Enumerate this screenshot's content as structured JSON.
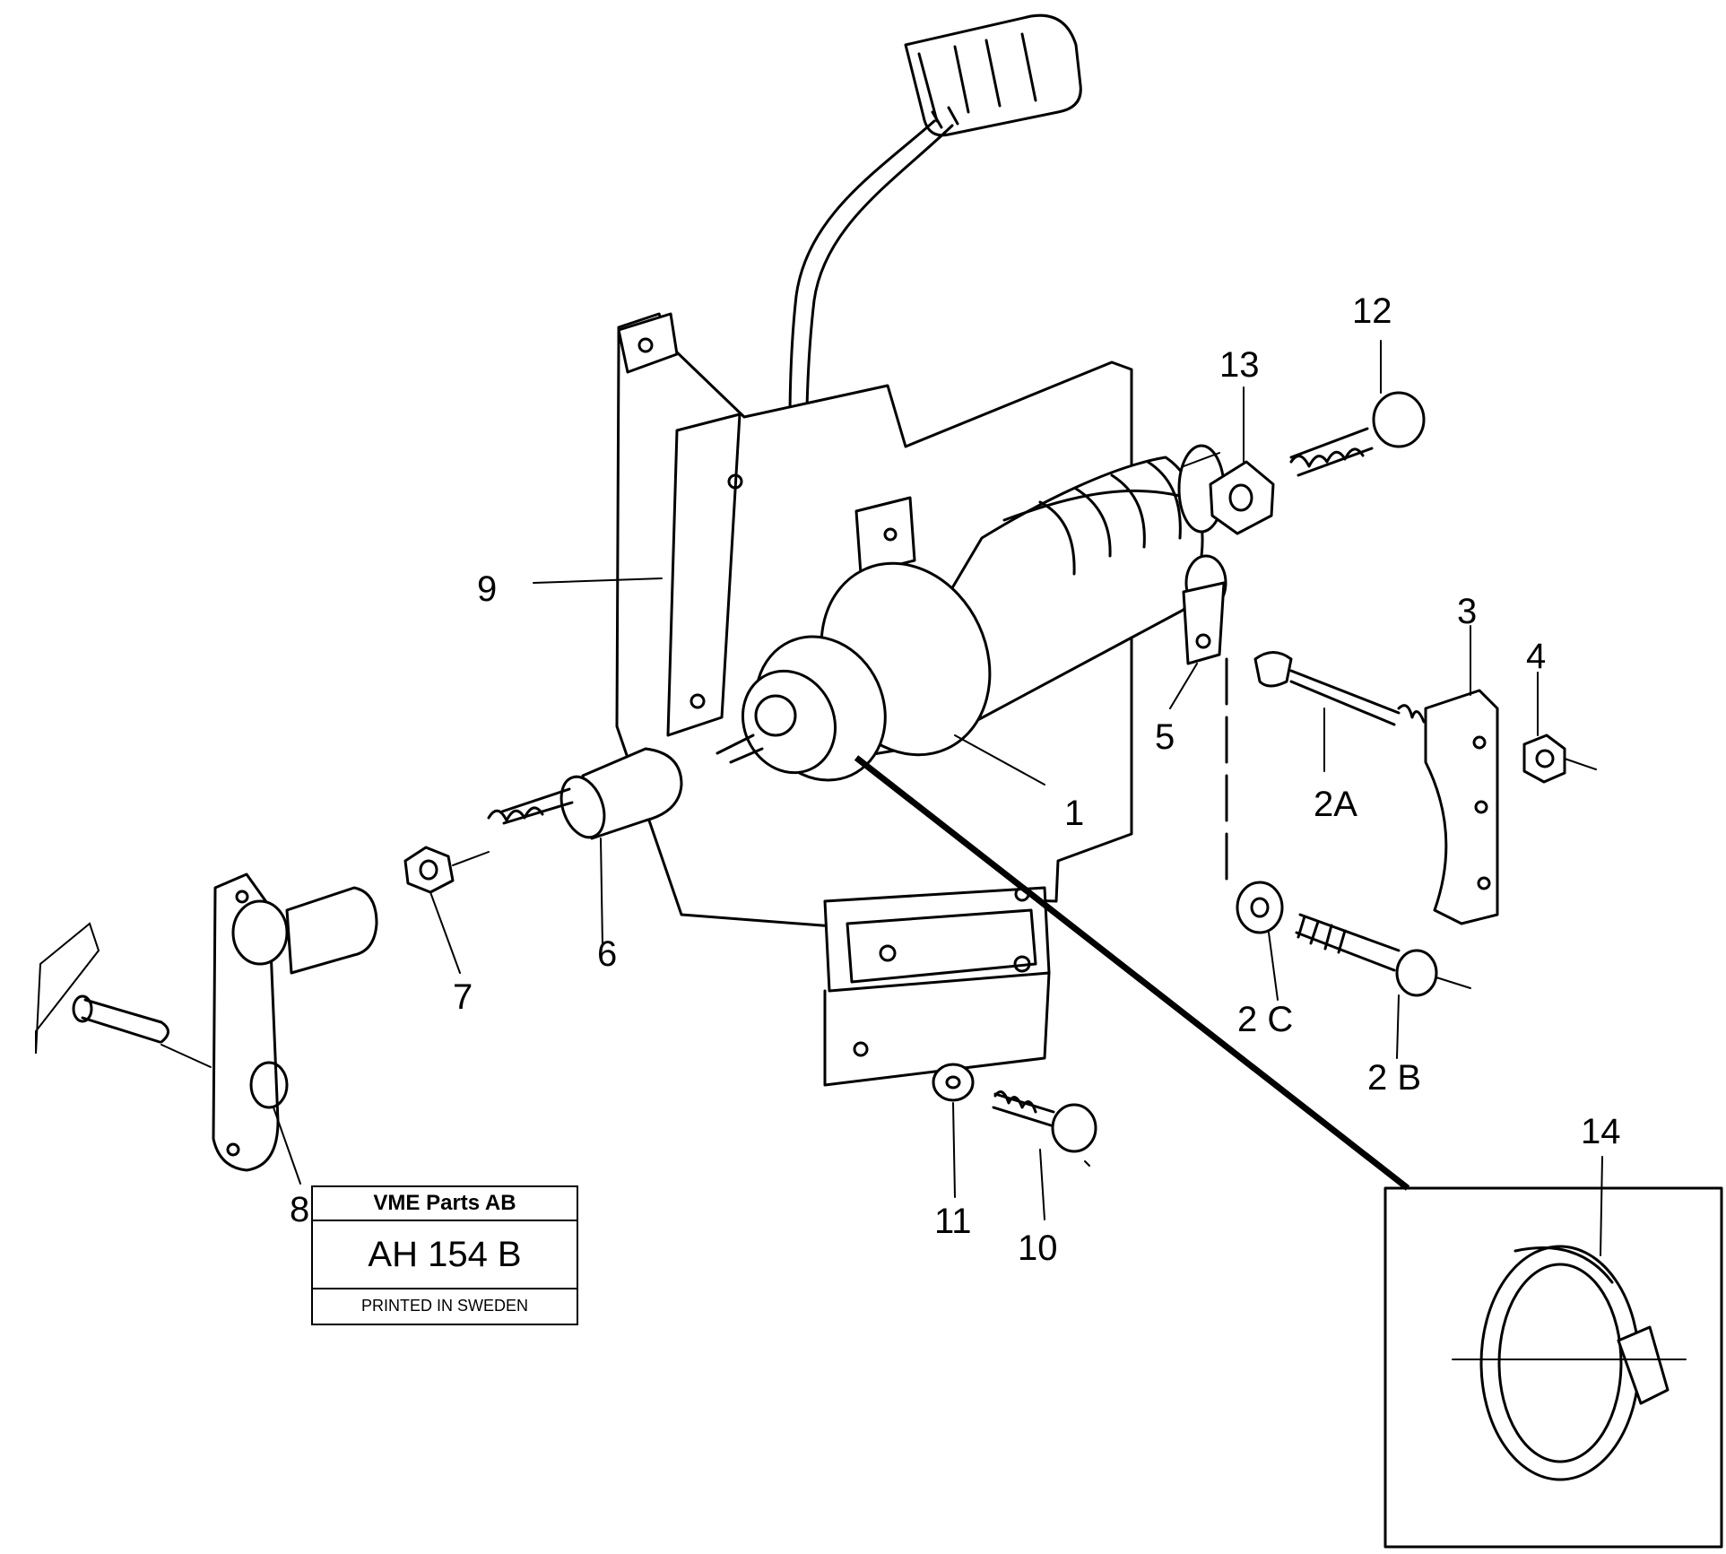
{
  "diagram": {
    "callouts": {
      "c1": "1",
      "c2a": "2A",
      "c2b": "2 B",
      "c2c": "2 C",
      "c3": "3",
      "c4": "4",
      "c5": "5",
      "c6": "6",
      "c7": "7",
      "c8": "8",
      "c9": "9",
      "c10": "10",
      "c11": "11",
      "c12": "12",
      "c13": "13",
      "c14": "14"
    }
  },
  "stamp": {
    "company": "VME Parts AB",
    "code": "AH 154 B",
    "printed": "PRINTED IN SWEDEN"
  }
}
